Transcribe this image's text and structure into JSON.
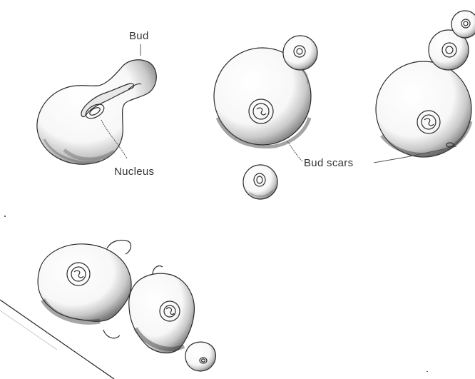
{
  "labels": {
    "bud": "Bud",
    "nucleus": "Nucleus",
    "bud_scars": "Bud scars"
  },
  "colors": {
    "outline": "#2a2a2a",
    "shade": "#5a5a5a",
    "text": "#333333"
  }
}
